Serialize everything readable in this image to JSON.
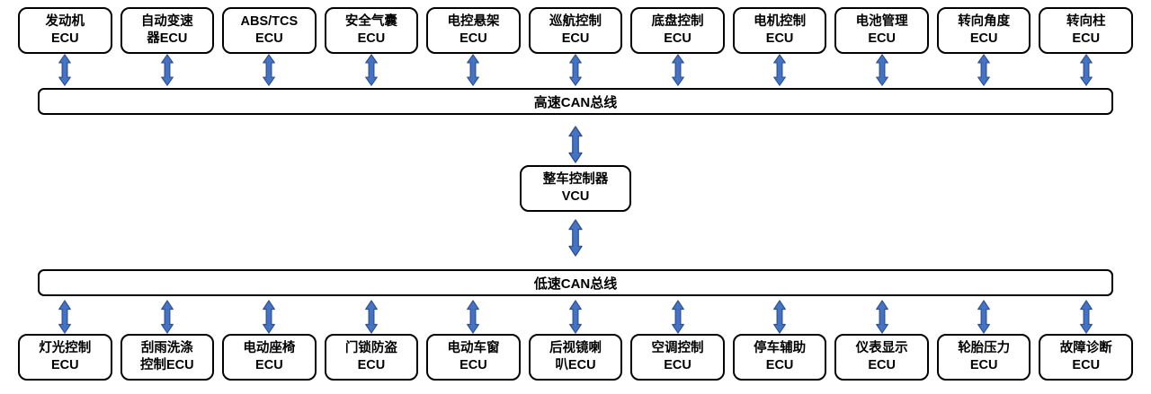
{
  "diagram": {
    "high_speed_bus_label": "高速CAN总线",
    "low_speed_bus_label": "低速CAN总线",
    "vcu": {
      "line1": "整车控制器",
      "line2": "VCU"
    },
    "top_row": [
      {
        "line1": "发动机",
        "line2": "ECU"
      },
      {
        "line1": "自动变速",
        "line2": "器ECU"
      },
      {
        "line1": "ABS/TCS",
        "line2": "ECU"
      },
      {
        "line1": "安全气囊",
        "line2": "ECU"
      },
      {
        "line1": "电控悬架",
        "line2": "ECU"
      },
      {
        "line1": "巡航控制",
        "line2": "ECU"
      },
      {
        "line1": "底盘控制",
        "line2": "ECU"
      },
      {
        "line1": "电机控制",
        "line2": "ECU"
      },
      {
        "line1": "电池管理",
        "line2": "ECU"
      },
      {
        "line1": "转向角度",
        "line2": "ECU"
      },
      {
        "line1": "转向柱",
        "line2": "ECU"
      }
    ],
    "bottom_row": [
      {
        "line1": "灯光控制",
        "line2": "ECU"
      },
      {
        "line1": "刮雨洗涤",
        "line2": "控制ECU"
      },
      {
        "line1": "电动座椅",
        "line2": "ECU"
      },
      {
        "line1": "门锁防盗",
        "line2": "ECU"
      },
      {
        "line1": "电动车窗",
        "line2": "ECU"
      },
      {
        "line1": "后视镜喇",
        "line2": "叭ECU"
      },
      {
        "line1": "空调控制",
        "line2": "ECU"
      },
      {
        "line1": "停车辅助",
        "line2": "ECU"
      },
      {
        "line1": "仪表显示",
        "line2": "ECU"
      },
      {
        "line1": "轮胎压力",
        "line2": "ECU"
      },
      {
        "line1": "故障诊断",
        "line2": "ECU"
      }
    ],
    "colors": {
      "arrow_fill": "#4472C4",
      "arrow_stroke": "#2F528F",
      "box_border": "#000000",
      "box_fill": "#FFFFFF"
    }
  }
}
